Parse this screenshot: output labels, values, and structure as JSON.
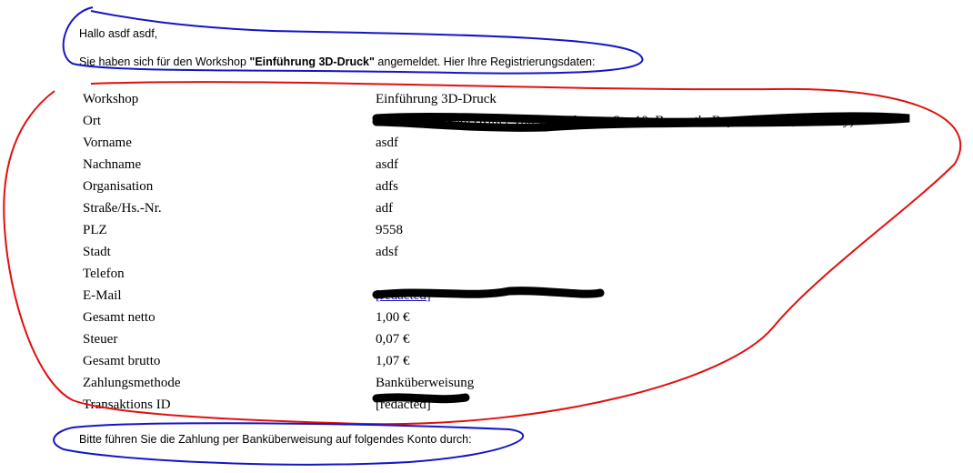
{
  "greeting": "Hallo asdf asdf,",
  "intro": {
    "before": "Sie haben sich für den Workshop ",
    "workshop": "\"Einführung 3D-Druck\"",
    "after": " angemeldet. Hier Ihre Registrierungsdaten:"
  },
  "rows": [
    {
      "label": "Workshop",
      "value": "Einführung 3D-Druck"
    },
    {
      "label": "Ort",
      "value": "FabLab Bayreuth (Ritter-von-Eitzenberger-Str. 10, Bayreuth, Bayern, 95448, Germany)"
    },
    {
      "label": "Vorname",
      "value": "asdf"
    },
    {
      "label": "Nachname",
      "value": "asdf"
    },
    {
      "label": "Organisation",
      "value": "adfs"
    },
    {
      "label": "Straße/Hs.-Nr.",
      "value": "adf"
    },
    {
      "label": "PLZ",
      "value": "9558"
    },
    {
      "label": "Stadt",
      "value": "adsf"
    },
    {
      "label": "Telefon",
      "value": ""
    },
    {
      "label": "E-Mail",
      "value": "[redacted]"
    },
    {
      "label": "Gesamt netto",
      "value": "1,00 €"
    },
    {
      "label": "Steuer",
      "value": "0,07 €"
    },
    {
      "label": "Gesamt brutto",
      "value": "1,07 €"
    },
    {
      "label": "Zahlungsmethode",
      "value": "Banküberweisung"
    },
    {
      "label": "Transaktions ID",
      "value": "[redacted]"
    }
  ],
  "footer": "Bitte führen Sie die Zahlung per Banküberweisung auf folgendes Konto durch:"
}
